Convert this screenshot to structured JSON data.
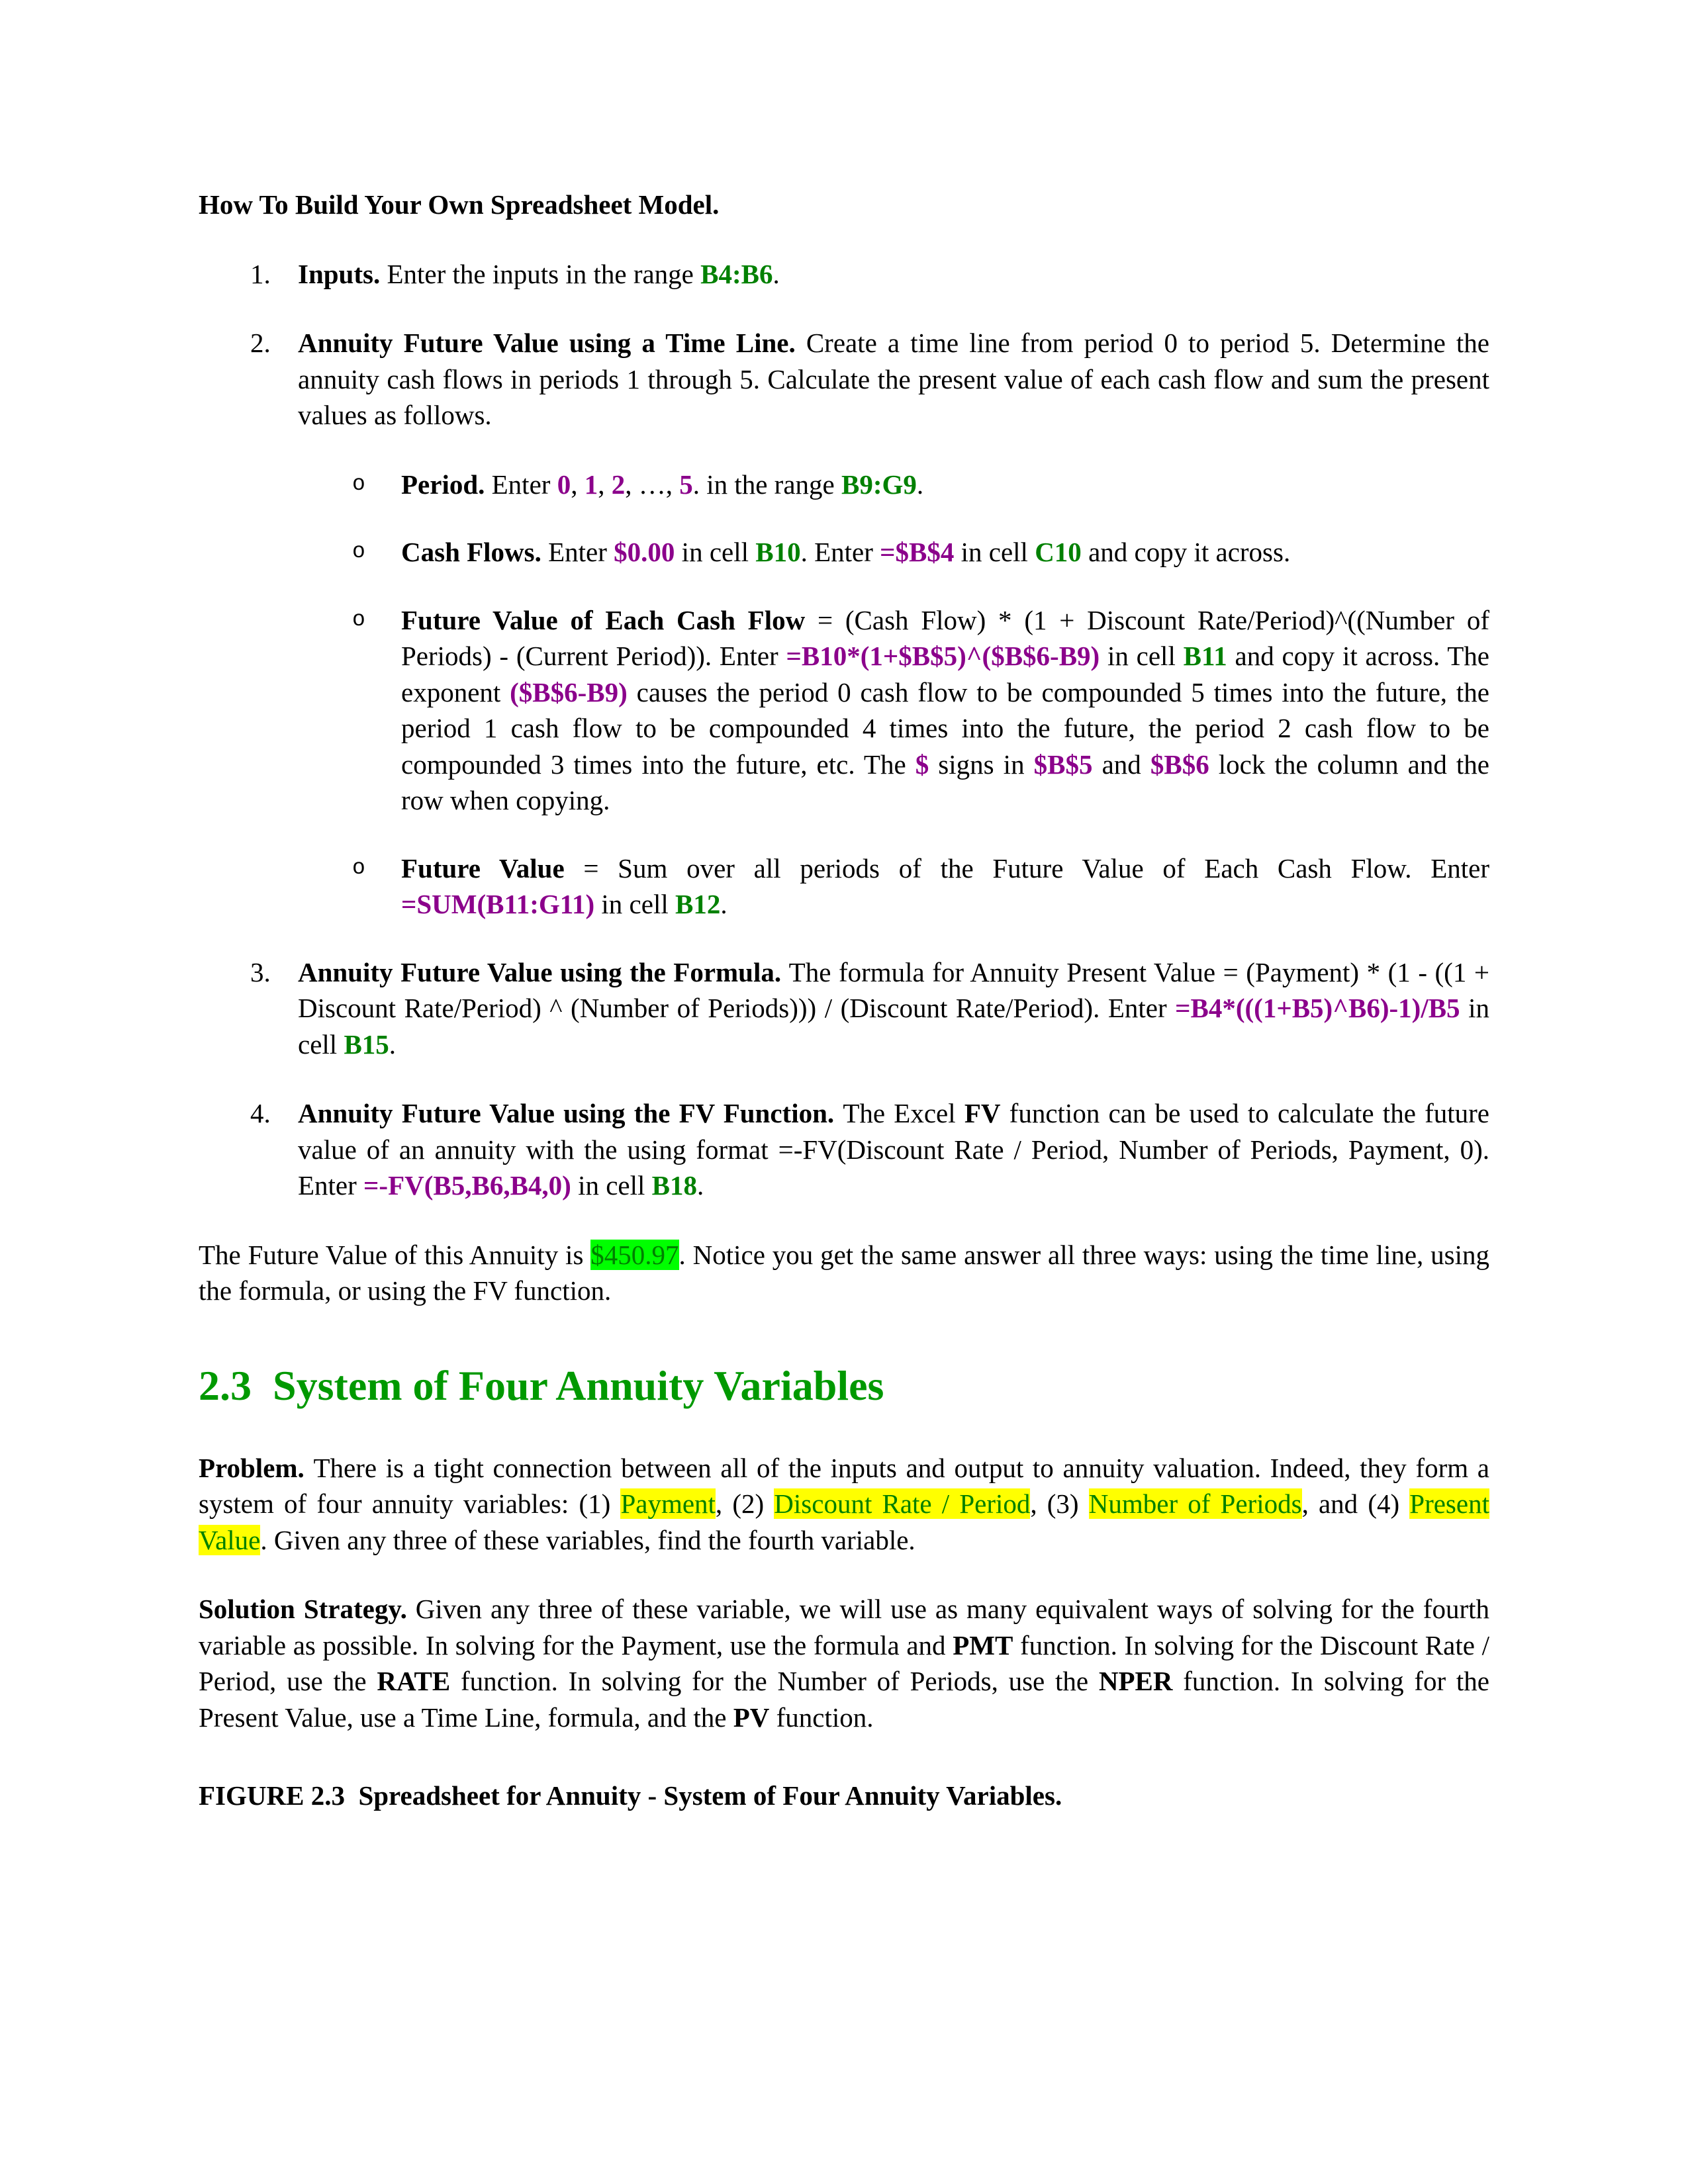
{
  "colors": {
    "green_ref": "#008000",
    "purple_formula": "#8B008B",
    "heading_green": "#009900",
    "highlight_green": "#00FF00",
    "highlight_yellow": "#FFFF00"
  },
  "doc": {
    "blocks": [
      {
        "id": "build-model-heading",
        "marker": "",
        "runs": [
          {
            "t": "How To Build Your Own Spreadsheet Model.",
            "c": "b"
          }
        ]
      },
      {
        "id": "item-1-inputs",
        "marker": "1.",
        "runs": [
          {
            "t": "Inputs. ",
            "c": "b"
          },
          {
            "t": "Enter the inputs in the range "
          },
          {
            "t": "B4:B6",
            "c": "grn"
          },
          {
            "t": "."
          }
        ]
      },
      {
        "id": "item-2-timeline",
        "marker": "2.",
        "runs": [
          {
            "t": "Annuity Future Value using a Time Line. ",
            "c": "b"
          },
          {
            "t": "Create a time line from period 0 to period 5. Determine the annuity cash flows in periods 1 through 5. Calculate the present value of each cash flow and sum the present values as follows."
          }
        ]
      },
      {
        "id": "bullet-period",
        "marker": "o",
        "runs": [
          {
            "t": "Period. ",
            "c": "b"
          },
          {
            "t": "Enter "
          },
          {
            "t": "0",
            "c": "pur"
          },
          {
            "t": ", "
          },
          {
            "t": "1",
            "c": "pur"
          },
          {
            "t": ", "
          },
          {
            "t": "2",
            "c": "pur"
          },
          {
            "t": ", …, "
          },
          {
            "t": "5",
            "c": "pur"
          },
          {
            "t": ". in the range "
          },
          {
            "t": "B9:G9",
            "c": "grn"
          },
          {
            "t": "."
          }
        ]
      },
      {
        "id": "bullet-cash-flows",
        "marker": "o",
        "runs": [
          {
            "t": "Cash Flows. ",
            "c": "b"
          },
          {
            "t": "Enter "
          },
          {
            "t": "$0.00",
            "c": "pur"
          },
          {
            "t": " in cell "
          },
          {
            "t": "B10",
            "c": "grn"
          },
          {
            "t": ". Enter "
          },
          {
            "t": "=$B$4",
            "c": "pur"
          },
          {
            "t": " in cell "
          },
          {
            "t": "C10",
            "c": "grn"
          },
          {
            "t": " and copy it across."
          }
        ]
      },
      {
        "id": "bullet-fv-each-cash-flow",
        "marker": "o",
        "runs": [
          {
            "t": "Future Value of Each Cash Flow",
            "c": "b"
          },
          {
            "t": " = (Cash Flow) * (1 + Discount Rate/Period)^((Number of Periods) - (Current Period)). Enter "
          },
          {
            "t": "=B10*(1+$B$5)^($B$6-B9)",
            "c": "pur"
          },
          {
            "t": " in cell "
          },
          {
            "t": "B11",
            "c": "grn"
          },
          {
            "t": " and copy it across. The exponent "
          },
          {
            "t": "($B$6-B9)",
            "c": "pur"
          },
          {
            "t": " causes the period 0 cash flow to be compounded 5 times into the future, the period 1 cash flow to be compounded 4 times into the future, the period 2 cash flow to be compounded 3 times into the future, etc. The "
          },
          {
            "t": "$",
            "c": "pur"
          },
          {
            "t": " signs in "
          },
          {
            "t": "$B$5",
            "c": "pur"
          },
          {
            "t": " and "
          },
          {
            "t": "$B$6",
            "c": "pur"
          },
          {
            "t": " lock the column and the row when copying."
          }
        ]
      },
      {
        "id": "bullet-future-value",
        "marker": "o",
        "runs": [
          {
            "t": "Future Value",
            "c": "b"
          },
          {
            "t": " = Sum over all periods of the Future Value of Each Cash Flow. Enter "
          },
          {
            "t": "=SUM(B11:G11)",
            "c": "pur"
          },
          {
            "t": " in cell "
          },
          {
            "t": "B12",
            "c": "grn"
          },
          {
            "t": "."
          }
        ]
      },
      {
        "id": "item-3-formula",
        "marker": "3.",
        "runs": [
          {
            "t": "Annuity Future Value using the Formula. ",
            "c": "b"
          },
          {
            "t": "The formula for Annuity Present Value = (Payment) * (1 - ((1 + Discount Rate/Period) ^ (Number of Periods))) / (Discount Rate/Period). Enter "
          },
          {
            "t": "=B4*(((1+B5)^B6)-1)/B5",
            "c": "pur"
          },
          {
            "t": " in cell "
          },
          {
            "t": "B15",
            "c": "grn"
          },
          {
            "t": "."
          }
        ]
      },
      {
        "id": "item-4-fv-function",
        "marker": "4.",
        "runs": [
          {
            "t": "Annuity Future Value using the FV Function. ",
            "c": "b"
          },
          {
            "t": "The Excel "
          },
          {
            "t": "FV",
            "c": "b"
          },
          {
            "t": " function can be used to calculate the future value of an annuity with the using format =-FV(Discount Rate / Period, Number of Periods, Payment, 0). Enter "
          },
          {
            "t": "=-FV(B5,B6,B4,0)",
            "c": "pur"
          },
          {
            "t": " in cell "
          },
          {
            "t": "B18",
            "c": "grn"
          },
          {
            "t": "."
          }
        ]
      },
      {
        "id": "result-paragraph",
        "marker": "",
        "runs": [
          {
            "t": "The Future Value of this Annuity is "
          },
          {
            "t": "$450.97",
            "c": "hg"
          },
          {
            "t": ". Notice you get the same answer all three ways: using the time line, using the formula, or using the FV function."
          }
        ]
      },
      {
        "id": "section-heading",
        "marker": "",
        "runs": [
          {
            "t": "2.3  System of Four Annuity Variables"
          }
        ]
      },
      {
        "id": "problem-paragraph",
        "marker": "",
        "runs": [
          {
            "t": "Problem. ",
            "c": "b"
          },
          {
            "t": "There is a tight connection between all of the inputs and output to annuity valuation. Indeed, they form a system of four annuity variables: (1) "
          },
          {
            "t": "Payment",
            "c": "hy"
          },
          {
            "t": ", (2) "
          },
          {
            "t": "Discount Rate / Period",
            "c": "hy"
          },
          {
            "t": ", (3) "
          },
          {
            "t": "Number of Periods",
            "c": "hy"
          },
          {
            "t": ", and (4) "
          },
          {
            "t": "Present Value",
            "c": "hy"
          },
          {
            "t": ". Given any three of these variables, find the fourth variable."
          }
        ]
      },
      {
        "id": "solution-strategy-paragraph",
        "marker": "",
        "runs": [
          {
            "t": "Solution Strategy. ",
            "c": "b"
          },
          {
            "t": "Given any three of these variable, we will use as many equivalent ways of solving for the fourth variable as possible. In solving for the Payment, use the formula and "
          },
          {
            "t": "PMT",
            "c": "b"
          },
          {
            "t": " function. In solving for the Discount Rate / Period, use the "
          },
          {
            "t": "RATE",
            "c": "b"
          },
          {
            "t": " function. In solving for the Number of Periods, use the "
          },
          {
            "t": "NPER",
            "c": "b"
          },
          {
            "t": " function. In solving for the Present Value, use a Time Line, formula, and the "
          },
          {
            "t": "PV",
            "c": "b"
          },
          {
            "t": " function."
          }
        ]
      },
      {
        "id": "figure-caption",
        "marker": "",
        "runs": [
          {
            "t": "FIGURE 2.3  Spreadsheet for Annuity - System of Four Annuity Variables.",
            "c": "b"
          }
        ]
      }
    ]
  }
}
